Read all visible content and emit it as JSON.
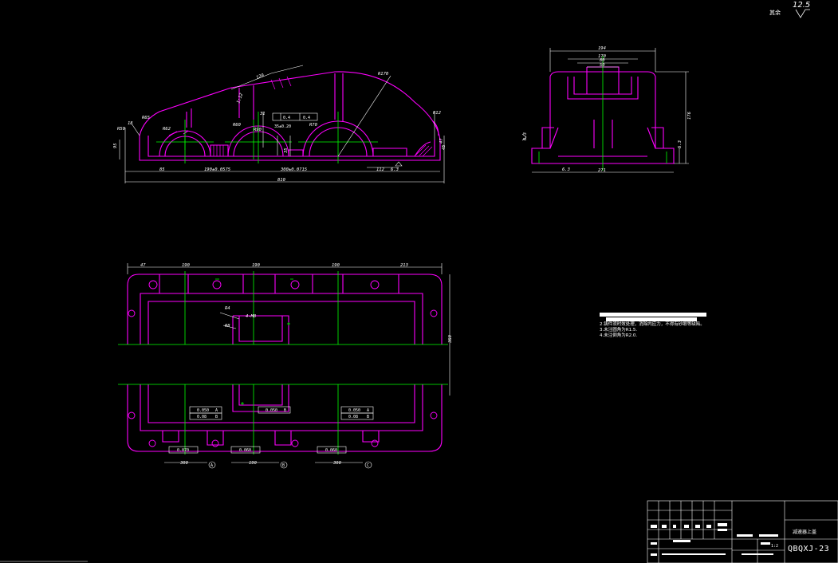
{
  "drawing": {
    "drawing_number": "QBQXJ-23",
    "title": "减速器上盖",
    "roughness": {
      "value": "12.5",
      "label": "其余"
    },
    "notes": [
      "2.铸件须时效处理，消除内应力，不得有砂眼等缺陷。",
      "3.未注圆角为R1.5.",
      "4.未注倒角为R2.0."
    ],
    "colors": {
      "background": "#000000",
      "outline": "#ff00ff",
      "centerline": "#00ff00",
      "dimension": "#ffffff"
    }
  },
  "front_view": {
    "dims": [
      "R50",
      "R65",
      "R62",
      "R60",
      "R70",
      "R90",
      "R170",
      "R12",
      "120",
      "95",
      "18",
      "45",
      "47",
      "31",
      "35",
      "85",
      "190±0.0575",
      "300±0.0715",
      "112",
      "810",
      "6.3",
      "1:12"
    ],
    "tolerance_boxes": [
      "0.4",
      "0.4",
      "35±0.20"
    ]
  },
  "side_view": {
    "dims": [
      "194",
      "170",
      "80",
      "50",
      "271",
      "176",
      "6.3",
      "6.3",
      "6.3"
    ]
  },
  "top_view": {
    "dims": [
      "47",
      "190",
      "190",
      "190",
      "213",
      "R4",
      "R8",
      "4-M8",
      "300",
      "190",
      "300"
    ],
    "gdt": [
      {
        "tol": "0.050",
        "datum": "A",
        "par": "0.08",
        "pdatum": "B"
      },
      {
        "tol": "0.050",
        "datum": "B"
      },
      {
        "tol": "0.050",
        "datum": "A",
        "par": "0.08",
        "pdatum": "B"
      }
    ],
    "datums": [
      "A",
      "B",
      "C"
    ],
    "bottom_tols": [
      "0.070",
      "0.060",
      "0.060"
    ]
  },
  "title_block": {
    "scale": "1:2"
  }
}
